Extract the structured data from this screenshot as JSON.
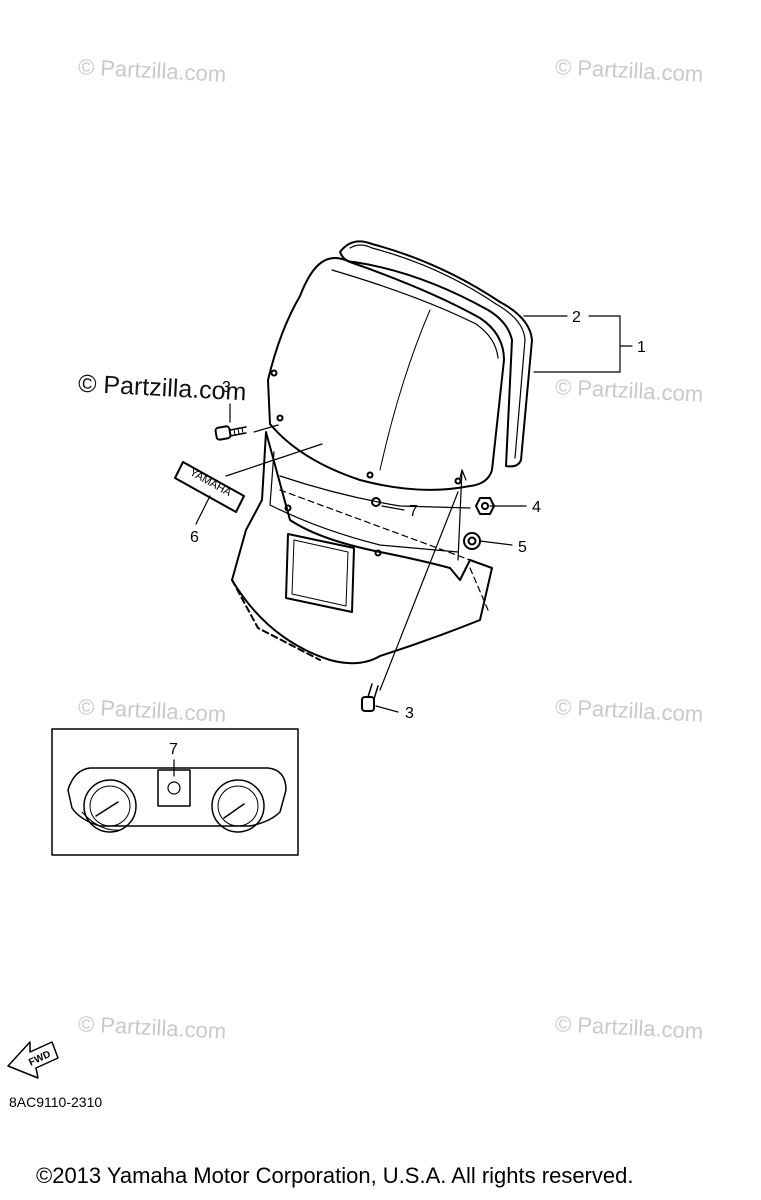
{
  "watermarks": {
    "text": "© Partzilla.com",
    "prominent": "© Partzilla.com"
  },
  "callouts": [
    "1",
    "2",
    "3",
    "3",
    "4",
    "5",
    "6",
    "7",
    "7"
  ],
  "decal_text": "YAMAHA",
  "fwd_label": "FWD",
  "diagram_code": "8AC9110-2310",
  "copyright": "©2013  Yamaha Motor Corporation, U.S.A. All rights reserved."
}
